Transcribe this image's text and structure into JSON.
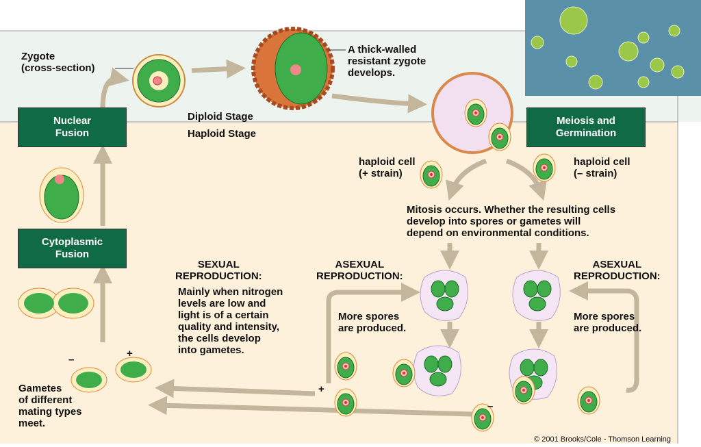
{
  "stages": {
    "diploid": "Diploid Stage",
    "haploid": "Haploid Stage"
  },
  "boxes": {
    "nuclear_fusion": "Nuclear\nFusion",
    "cytoplasmic_fusion": "Cytoplasmic\nFusion",
    "meiosis": "Meiosis and\nGermination"
  },
  "labels": {
    "zygote": "Zygote\n(cross-section)",
    "thick_walled": "A thick-walled\nresistant zygote\ndevelops.",
    "haploid_plus": "haploid cell\n(+ strain)",
    "haploid_minus": "haploid cell\n(– strain)",
    "mitosis": "Mitosis occurs. Whether the resulting cells\ndevelop into spores or gametes will\ndepend on environmental conditions.",
    "sexual_title": "SEXUAL\nREPRODUCTION:",
    "sexual_text": "Mainly when nitrogen\nlevels are low and\nlight is of a certain\nquality and intensity,\nthe cells develop\ninto gametes.",
    "asexual_left_title": "ASEXUAL\nREPRODUCTION:",
    "asexual_right_title": "ASEXUAL\nREPRODUCTION:",
    "spores_left": "More spores\nare produced.",
    "spores_right": "More spores\nare produced.",
    "gametes": "Gametes\nof different\nmating types\nmeet.",
    "minus_gamete": "–",
    "plus_gamete": "+",
    "plus_cell": "+",
    "minus_cell": "–"
  },
  "copyright": "© 2001 Brooks/Cole - Thomson Learning",
  "colors": {
    "box": "#0f6a45",
    "diploid_bg": "#edf3ee",
    "haploid_bg": "#fdf1dc",
    "arrow": "#c3b69c",
    "cell": "#3fae4a"
  }
}
